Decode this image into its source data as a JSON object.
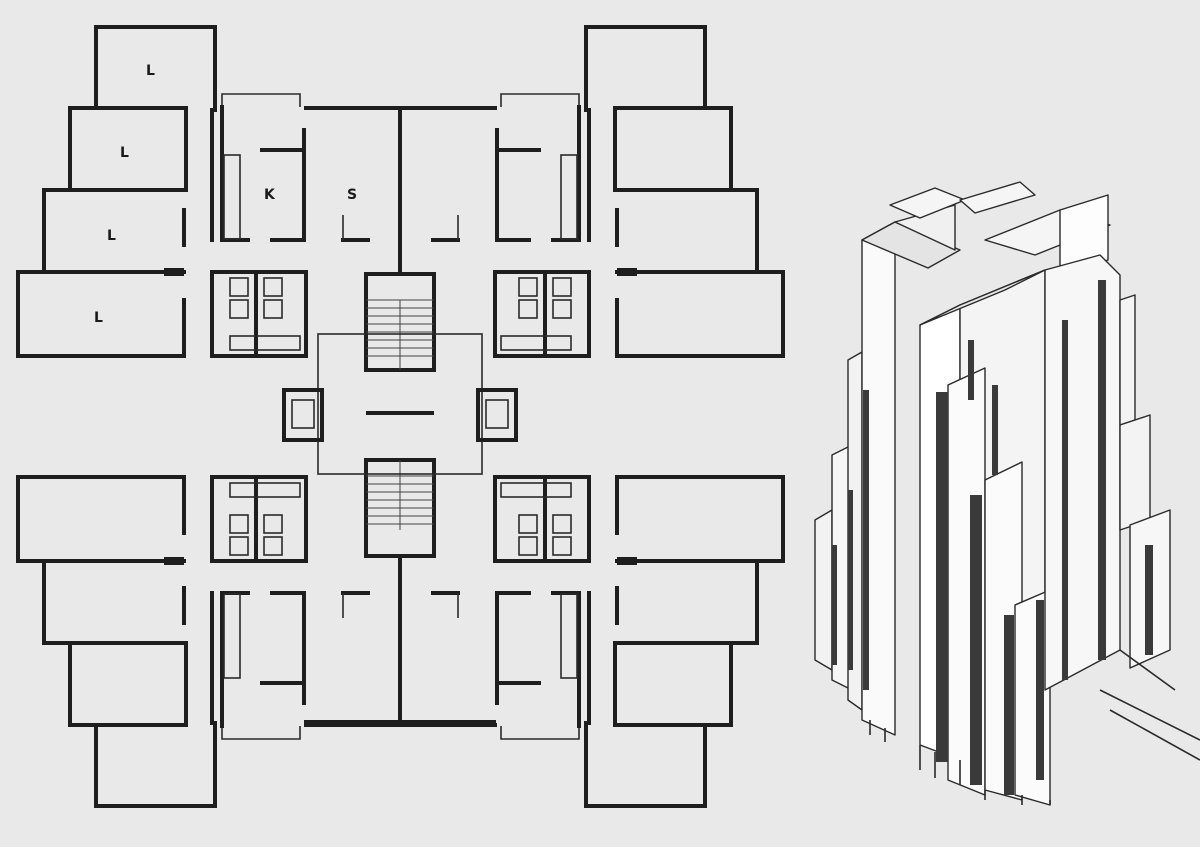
{
  "room_labels": {
    "living_1": "L",
    "living_2": "L",
    "living_3": "L",
    "living_4": "L",
    "kitchen": "K",
    "study": "S"
  },
  "colors": {
    "background": "#e9e9e9",
    "line": "#1e1e1e",
    "window_band": "#3a3a3a"
  }
}
